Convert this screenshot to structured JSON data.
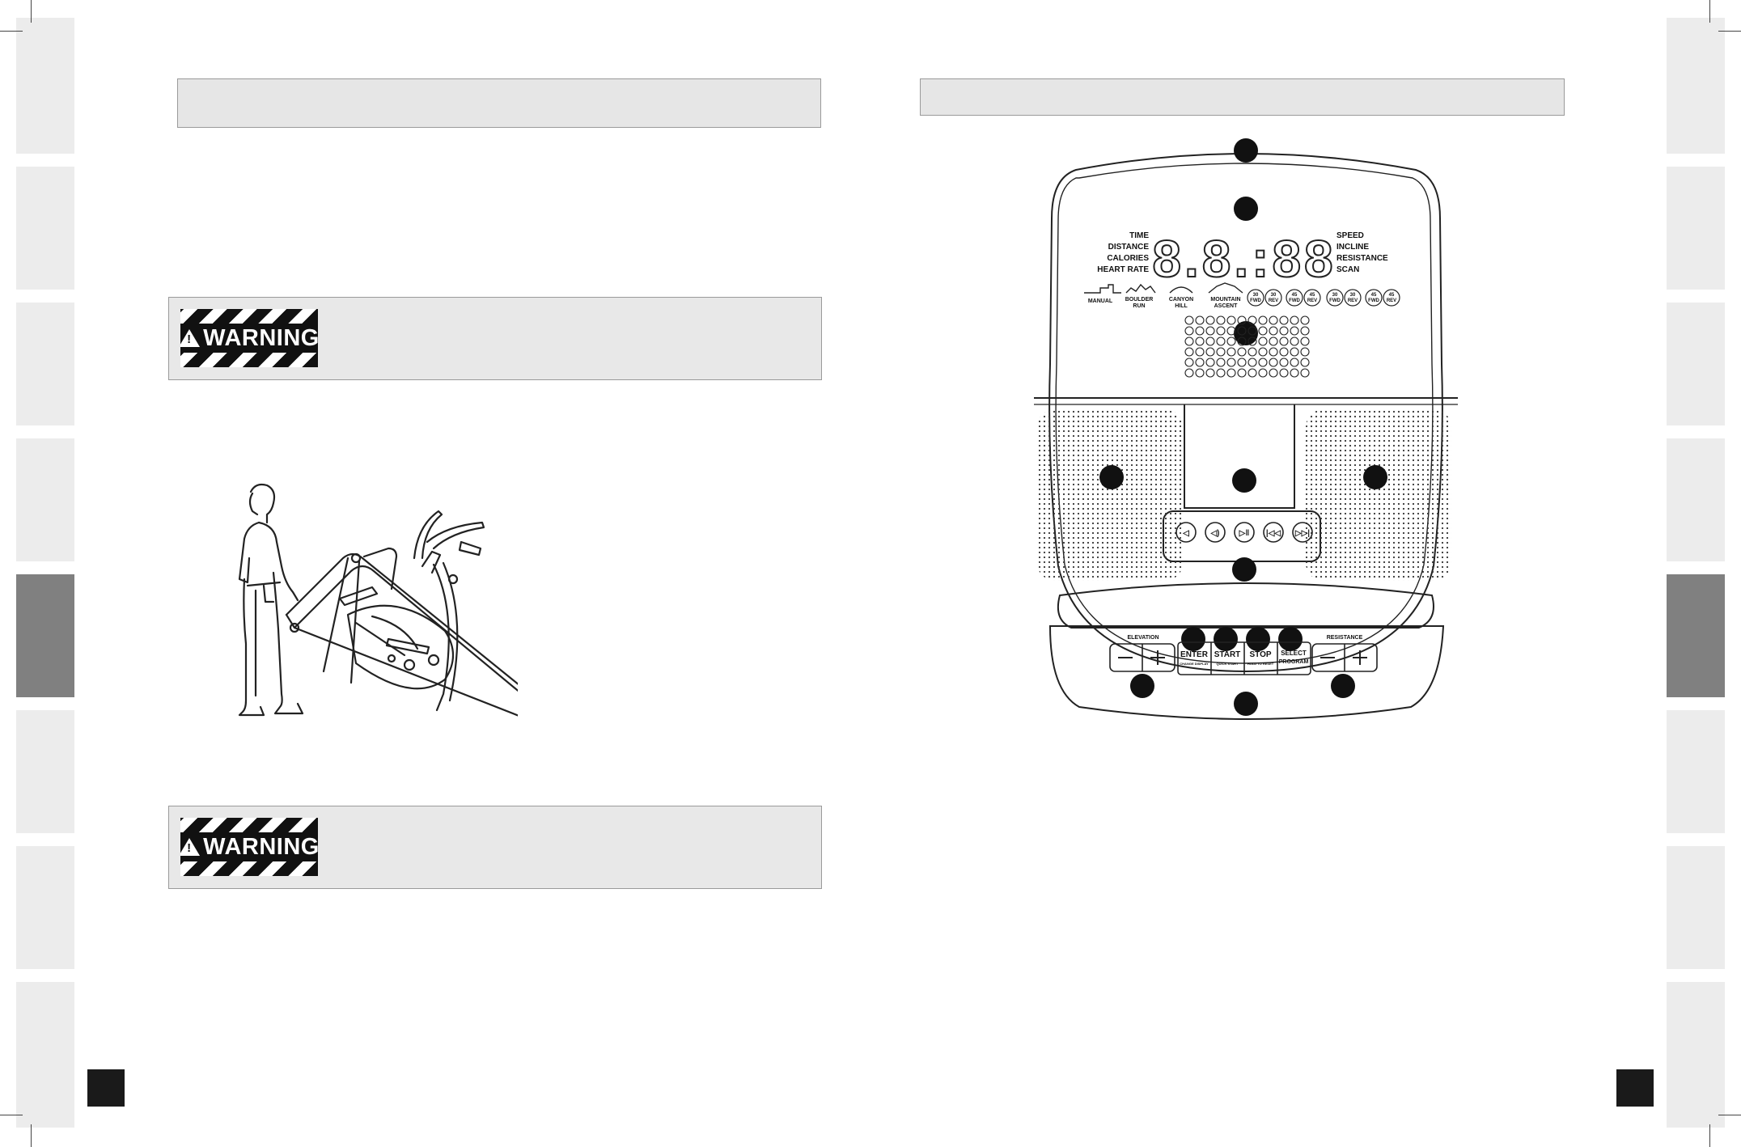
{
  "left_page": {
    "warning_1": {
      "label": "WARNING"
    },
    "warning_2": {
      "label": "WARNING"
    }
  },
  "console": {
    "display_labels_left": [
      "TIME",
      "DISTANCE",
      "CALORIES",
      "HEART RATE"
    ],
    "display_labels_right": [
      "SPEED",
      "INCLINE",
      "RESISTANCE",
      "SCAN"
    ],
    "digits": "8.8.:88",
    "programs": [
      {
        "line1": "MANUAL",
        "line2": ""
      },
      {
        "line1": "BOULDER",
        "line2": "RUN"
      },
      {
        "line1": "CANYON",
        "line2": "HILL"
      },
      {
        "line1": "MOUNTAIN",
        "line2": "ASCENT"
      }
    ],
    "program_badges": [
      {
        "top": "30",
        "bot": "FWD"
      },
      {
        "top": "30",
        "bot": "REV"
      },
      {
        "top": "45",
        "bot": "FWD"
      },
      {
        "top": "45",
        "bot": "REV"
      },
      {
        "top": "30",
        "bot": "FWD"
      },
      {
        "top": "30",
        "bot": "REV"
      },
      {
        "top": "45",
        "bot": "FWD"
      },
      {
        "top": "45",
        "bot": "REV"
      }
    ],
    "elevation_label": "ELEVATION",
    "resistance_label": "RESISTANCE",
    "keys": [
      {
        "main": "ENTER",
        "sub": "CHANGE DISPLAY"
      },
      {
        "main": "START",
        "sub": "QUICK START"
      },
      {
        "main": "STOP",
        "sub": "HOLD TO RESET"
      },
      {
        "main": "SELECT",
        "sub": "PROGRAM"
      }
    ],
    "media_icons": [
      "volume-down-icon",
      "volume-up-icon",
      "play-pause-icon",
      "previous-track-icon",
      "next-track-icon"
    ]
  }
}
